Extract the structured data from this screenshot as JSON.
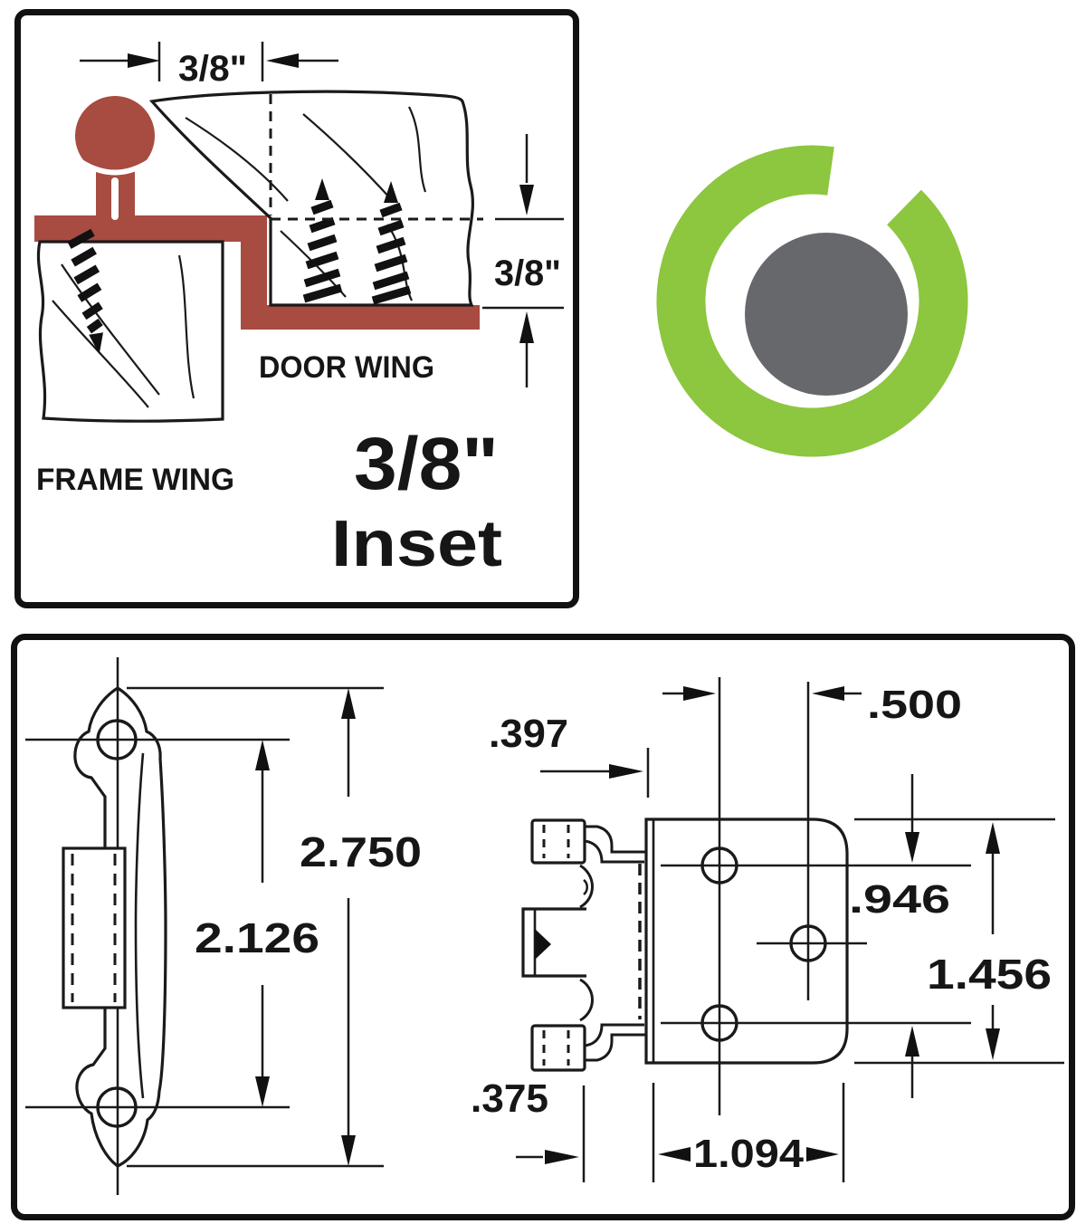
{
  "cross_section": {
    "top_dim": "3/8\"",
    "side_dim": "3/8\"",
    "door_wing_label": "DOOR WING",
    "frame_wing_label": "FRAME WING",
    "inset_size": "3/8\"",
    "inset_word": "Inset",
    "hinge_color": "#A84B41"
  },
  "logo": {
    "ring_icon": "green-ring-d-icon",
    "dot_icon": "gray-dot-icon",
    "ring_color": "#8DC63F",
    "dot_color": "#67686B"
  },
  "dimension_drawing": {
    "frame_wing_view": {
      "overall_height": "2.750",
      "hole_spacing": "2.126"
    },
    "door_wing_view": {
      "edge_to_hole": ".397",
      "hole_column_spacing": ".500",
      "outer_hole_spacing": ".946",
      "plate_height": "1.456",
      "barrel_offset": ".375",
      "plate_width": "1.094"
    }
  }
}
